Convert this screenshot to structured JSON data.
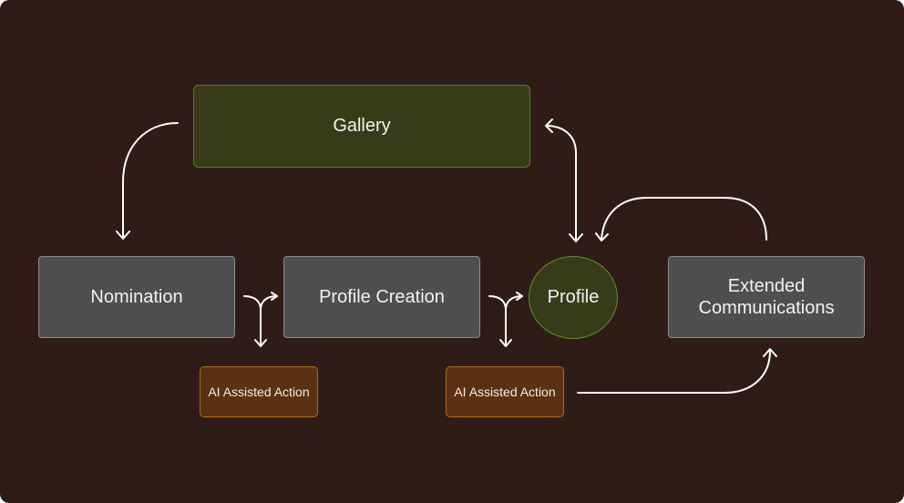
{
  "nodes": {
    "gallery": "Gallery",
    "nomination": "Nomination",
    "profile_creation": "Profile Creation",
    "profile": "Profile",
    "extended_communications": "Extended Communications",
    "ai_action_1": "AI Assisted Action",
    "ai_action_2": "AI Assisted Action"
  },
  "colors": {
    "background": "#2f1c16",
    "gallery_fill": "#373c18",
    "process_fill": "#4f4f51",
    "ai_fill": "#5a3112",
    "ai_border": "#b06b1e",
    "arrow": "#ffffff"
  }
}
